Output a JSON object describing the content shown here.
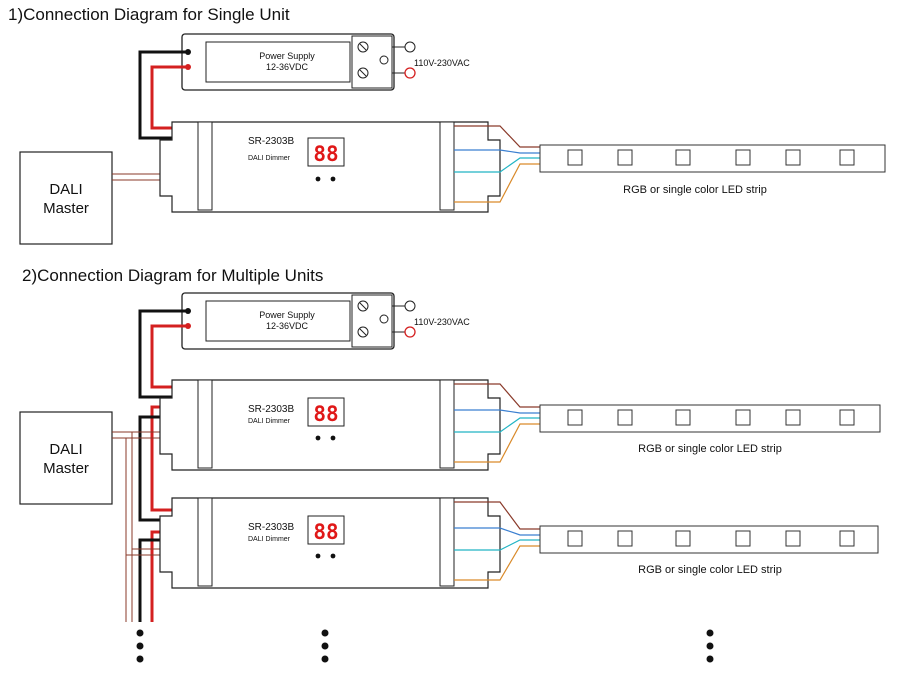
{
  "sections": [
    {
      "title": "1)Connection Diagram for Single Unit",
      "power_supply": {
        "name": "Power Supply",
        "voltage": "12-36VDC",
        "ac_label": "110V-230VAC"
      },
      "dali_master": {
        "line1": "DALI",
        "line2": "Master"
      },
      "dimmers": [
        {
          "model": "SR-2303B",
          "subtitle": "DALI Dimmer",
          "display": "88"
        }
      ],
      "strip_labels": [
        "RGB or single color LED strip"
      ]
    },
    {
      "title": "2)Connection Diagram for Multiple Units",
      "power_supply": {
        "name": "Power Supply",
        "voltage": "12-36VDC",
        "ac_label": "110V-230VAC"
      },
      "dali_master": {
        "line1": "DALI",
        "line2": "Master"
      },
      "dimmers": [
        {
          "model": "SR-2303B",
          "subtitle": "DALI Dimmer",
          "display": "88"
        },
        {
          "model": "SR-2303B",
          "subtitle": "DALI Dimmer",
          "display": "88"
        }
      ],
      "strip_labels": [
        "RGB or single color LED strip",
        "RGB or single color LED strip"
      ]
    }
  ],
  "colors": {
    "wire_red": "#d42020",
    "wire_black": "#111111",
    "wire_blue": "#3a7fd0",
    "wire_cyan": "#22b4c4",
    "wire_orange": "#d98a2a",
    "wire_brown": "#8a3a2a",
    "display_red": "#e01818",
    "ac_red": "#d42020"
  }
}
